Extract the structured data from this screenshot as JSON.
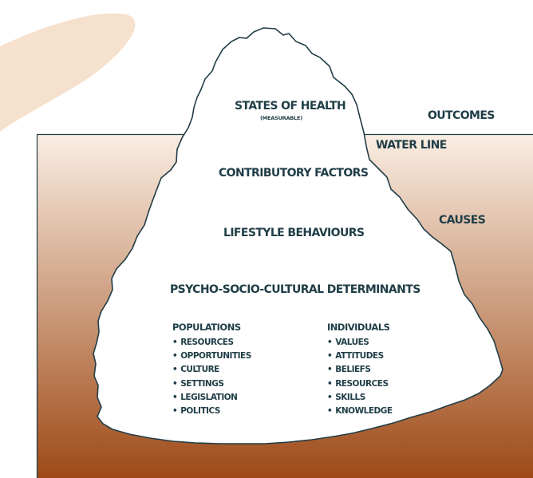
{
  "colors": {
    "water_top": "#faeee3",
    "water_bottom": "#9e4a17",
    "sun": "#f6e1ce",
    "outline": "#203d47",
    "text": "#1f3d47",
    "iceberg": "#ffffff"
  },
  "labels": {
    "states_of_health": "STATES OF HEALTH",
    "measurable": "(MEASURABLE)",
    "outcomes": "OUTCOMES",
    "water_line": "WATER LINE",
    "contributory_factors": "CONTRIBUTORY FACTORS",
    "causes": "CAUSES",
    "lifestyle_behaviours": "LIFESTYLE BEHAVIOURS",
    "determinants": "PSYCHO-SOCIO-CULTURAL DETERMINANTS"
  },
  "populations": {
    "heading": "POPULATIONS",
    "items": [
      "RESOURCES",
      "OPPORTUNITIES",
      "CULTURE",
      "SETTINGS",
      "LEGISLATION",
      "POLITICS"
    ]
  },
  "individuals": {
    "heading": "INDIVIDUALS",
    "items": [
      "VALUES",
      "ATTITUDES",
      "BELIEFS",
      "RESOURCES",
      "SKILLS",
      "KNOWLEDGE"
    ]
  }
}
